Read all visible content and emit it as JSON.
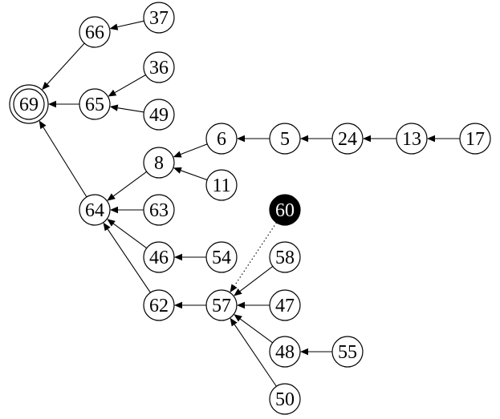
{
  "nodes": [
    {
      "id": "69",
      "label": "69",
      "style": "double"
    },
    {
      "id": "66",
      "label": "66"
    },
    {
      "id": "37",
      "label": "37"
    },
    {
      "id": "65",
      "label": "65"
    },
    {
      "id": "36",
      "label": "36"
    },
    {
      "id": "49",
      "label": "49"
    },
    {
      "id": "6",
      "label": "6"
    },
    {
      "id": "5",
      "label": "5"
    },
    {
      "id": "24",
      "label": "24"
    },
    {
      "id": "13",
      "label": "13"
    },
    {
      "id": "17",
      "label": "17"
    },
    {
      "id": "8",
      "label": "8"
    },
    {
      "id": "11",
      "label": "11"
    },
    {
      "id": "64",
      "label": "64"
    },
    {
      "id": "63",
      "label": "63"
    },
    {
      "id": "60",
      "label": "60",
      "style": "filled"
    },
    {
      "id": "46",
      "label": "46"
    },
    {
      "id": "54",
      "label": "54"
    },
    {
      "id": "58",
      "label": "58"
    },
    {
      "id": "62",
      "label": "62"
    },
    {
      "id": "57",
      "label": "57"
    },
    {
      "id": "47",
      "label": "47"
    },
    {
      "id": "48",
      "label": "48"
    },
    {
      "id": "55",
      "label": "55"
    },
    {
      "id": "50",
      "label": "50"
    }
  ],
  "edges": [
    {
      "from": "37",
      "to": "66"
    },
    {
      "from": "66",
      "to": "69"
    },
    {
      "from": "36",
      "to": "65"
    },
    {
      "from": "49",
      "to": "65"
    },
    {
      "from": "65",
      "to": "69"
    },
    {
      "from": "64",
      "to": "69"
    },
    {
      "from": "17",
      "to": "13"
    },
    {
      "from": "13",
      "to": "24"
    },
    {
      "from": "24",
      "to": "5"
    },
    {
      "from": "5",
      "to": "6"
    },
    {
      "from": "6",
      "to": "8"
    },
    {
      "from": "11",
      "to": "8"
    },
    {
      "from": "8",
      "to": "64"
    },
    {
      "from": "63",
      "to": "64"
    },
    {
      "from": "46",
      "to": "64"
    },
    {
      "from": "62",
      "to": "64"
    },
    {
      "from": "54",
      "to": "46"
    },
    {
      "from": "57",
      "to": "62"
    },
    {
      "from": "60",
      "to": "57",
      "style": "dotted"
    },
    {
      "from": "58",
      "to": "57"
    },
    {
      "from": "47",
      "to": "57"
    },
    {
      "from": "48",
      "to": "57"
    },
    {
      "from": "50",
      "to": "57"
    },
    {
      "from": "55",
      "to": "48"
    }
  ],
  "colors": {
    "stroke": "#000000",
    "fill": "#ffffff",
    "highlight_fill": "#000000",
    "highlight_text": "#ffffff"
  }
}
